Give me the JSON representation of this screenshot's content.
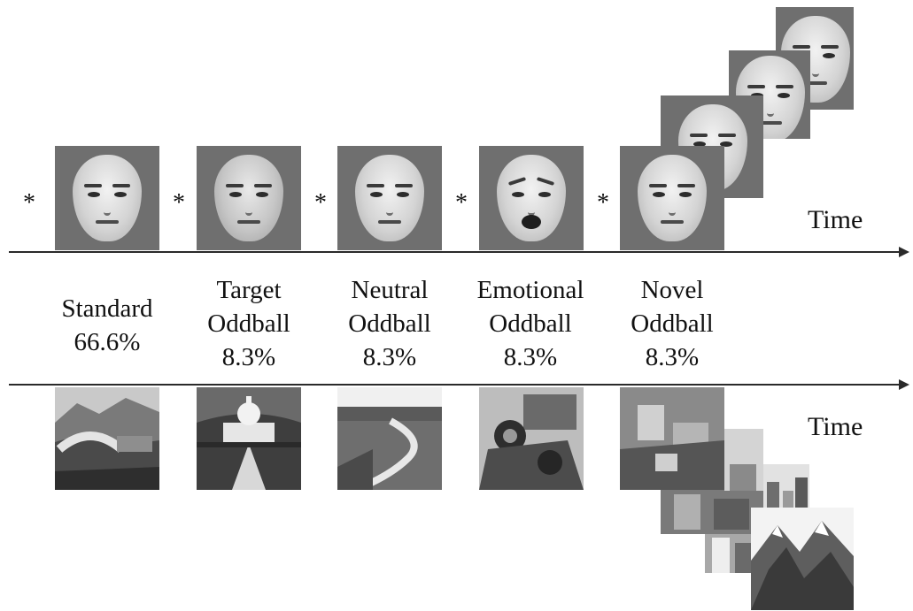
{
  "axes": {
    "faces_time_label": "Time",
    "scenes_time_label": "Time"
  },
  "fixation_symbol": "*",
  "conditions": [
    {
      "lines": [
        "Standard",
        "66.6%"
      ]
    },
    {
      "lines": [
        "Target",
        "Oddball",
        "8.3%"
      ]
    },
    {
      "lines": [
        "Neutral",
        "Oddball",
        "8.3%"
      ]
    },
    {
      "lines": [
        "Emotional",
        "Oddball",
        "8.3%"
      ]
    },
    {
      "lines": [
        "Novel",
        "Oddball",
        "8.3%"
      ]
    }
  ],
  "colors": {
    "card_gray": "#6f6f6f",
    "axis": "#2a2a2a"
  }
}
